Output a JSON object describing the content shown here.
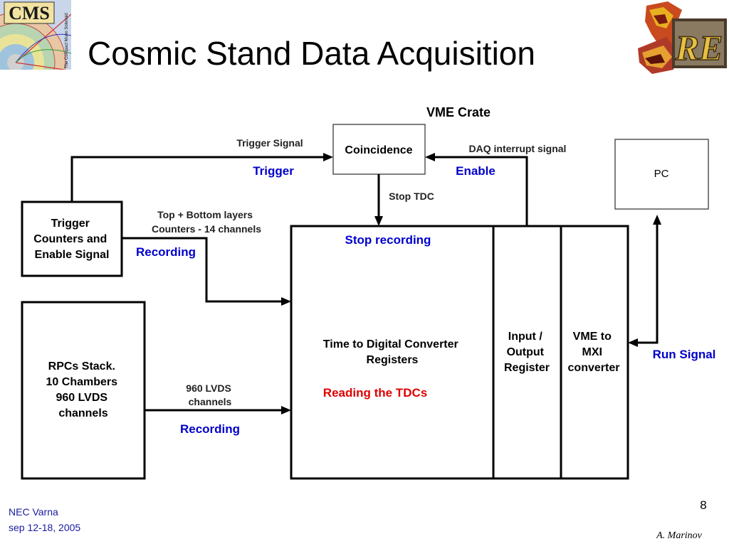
{
  "slide": {
    "title": "Cosmic Stand Data Acquisition",
    "logo_text": "CMS",
    "logo_caption": "The Compact Muon Solenoid",
    "page_number": "8",
    "footer_event": "NEC Varna",
    "footer_dates": "sep 12-18, 2005",
    "author": "A. Marinov"
  },
  "diagram": {
    "crate_label": "VME Crate",
    "coincidence": "Coincidence",
    "pc": "PC",
    "trigger_box": [
      "Trigger",
      "Counters and",
      "Enable Signal"
    ],
    "rpc_box": [
      "RPCs Stack.",
      "10 Chambers",
      "960 LVDS",
      "channels"
    ],
    "tdc_box": [
      "Time to Digital Converter",
      "Registers"
    ],
    "io_box": [
      "Input /",
      "Output",
      "Register"
    ],
    "vme_box": [
      "VME to",
      "MXI",
      "converter"
    ],
    "trigger_signal": "Trigger Signal",
    "daq_interrupt": "DAQ interrupt signal",
    "stop_tdc": "Stop TDC",
    "top_bottom": [
      "Top + Bottom layers",
      "Counters - 14 channels"
    ],
    "lvds_label": [
      "960 LVDS",
      "channels"
    ],
    "ann_trigger": "Trigger",
    "ann_enable": "Enable",
    "ann_recording_1": "Recording",
    "ann_recording_2": "Recording",
    "ann_stop_recording": "Stop recording",
    "ann_reading": "Reading the TDCs",
    "ann_run_signal": "Run Signal"
  },
  "colors": {
    "annotation_blue": "#0000cc",
    "annotation_red": "#e00000",
    "footer_blue": "#1a1aa0"
  }
}
